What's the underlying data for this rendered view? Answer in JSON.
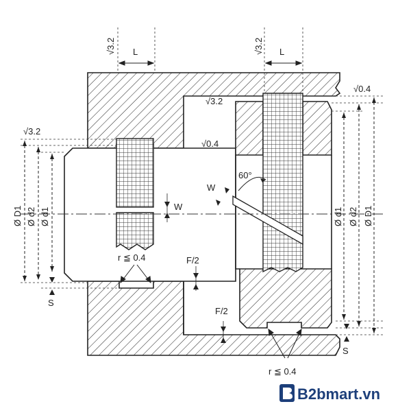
{
  "diagram": {
    "roughness_top_left": "√3.2",
    "roughness_top_right": "√3.2",
    "roughness_inner_right": "√3.2",
    "roughness_bore_left": "√3.2",
    "roughness_bore_mid": "√0.4",
    "roughness_outer_right": "√0.4",
    "length_left": "L",
    "length_right": "L",
    "w_left": "W",
    "w_right": "W",
    "angle": "60°",
    "radius_left": "r ≦ 0.4",
    "radius_right": "r ≦ 0.4",
    "f_half_left": "F/2",
    "f_half_right": "F/2",
    "s_left": "S",
    "s_right": "S",
    "dia_D1_left": "Ø D1",
    "dia_d2_left": "Ø d2",
    "dia_d1_left": "Ø d1",
    "dia_d1_right": "Ø d1",
    "dia_d2_right": "Ø d2",
    "dia_D1_right": "Ø D1"
  },
  "brand": {
    "name": "B2bmart.vn"
  }
}
